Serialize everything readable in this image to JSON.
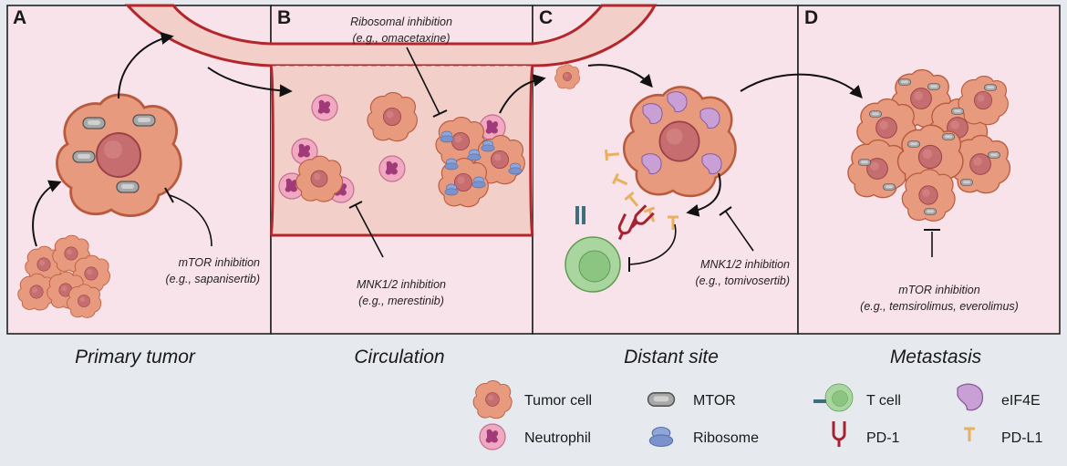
{
  "panels": [
    {
      "letter": "A",
      "caption": "Primary tumor"
    },
    {
      "letter": "B",
      "caption": "Circulation"
    },
    {
      "letter": "C",
      "caption": "Distant site"
    },
    {
      "letter": "D",
      "caption": "Metastasis"
    }
  ],
  "annotations": {
    "ribosomal": {
      "line1": "Ribosomal inhibition",
      "line2": "(e.g., omacetaxine)"
    },
    "mtor_a": {
      "line1": "mTOR inhibition",
      "line2": "(e.g., sapanisertib)"
    },
    "mnk_b": {
      "line1": "MNK1/2 inhibition",
      "line2": "(e.g., merestinib)"
    },
    "mnk_c": {
      "line1": "MNK1/2 inhibition",
      "line2": "(e.g., tomivosertib)"
    },
    "mtor_d": {
      "line1": "mTOR inhibition",
      "line2": "(e.g., temsirolimus, everolimus)"
    }
  },
  "legend": {
    "tumor_cell": "Tumor cell",
    "neutrophil": "Neutrophil",
    "mtor": "MTOR",
    "ribosome": "Ribosome",
    "t_cell": "T cell",
    "pd1": "PD-1",
    "eif4e": "eIF4E",
    "pdl1": "PD-L1"
  },
  "colors": {
    "panel_bg": "#f9e3ea",
    "vessel_wall": "#b3262b",
    "vessel_fill": "#f2cfc9",
    "tumor": "#e79a7d",
    "tumor_nucleus": "#c66d6f",
    "neutrophil": "#f1a9c2",
    "neutrophil_nucleus": "#a03a78",
    "mtor": "#a8a8a8",
    "ribosome": "#8fa6d8",
    "eif4e": "#c8a0d6",
    "t_cell": "#a9d69f",
    "pd1": "#a52331",
    "pdl1": "#f0c178"
  },
  "icons": [
    "tumor-cell-icon",
    "neutrophil-icon",
    "mtor-icon",
    "ribosome-icon",
    "t-cell-icon",
    "pd1-icon",
    "eif4e-icon",
    "pdl1-icon",
    "arrow-icon",
    "inhibition-icon"
  ]
}
